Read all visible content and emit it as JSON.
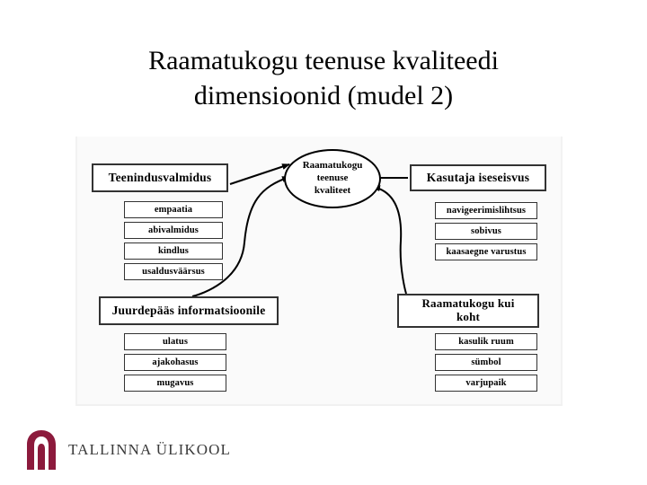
{
  "slide": {
    "title_line1": "Raamatukogu teenuse kvaliteedi",
    "title_line2": "dimensioonid (mudel 2)"
  },
  "diagram": {
    "type": "concept-map",
    "center": {
      "label_line1": "Raamatukogu",
      "label_line2": "teenuse",
      "label_line3": "kvaliteet"
    },
    "branches": [
      {
        "id": "teenindusvalmidus",
        "label": "Teenindusvalmidus",
        "position": "top-left",
        "sub_items": [
          "empaatia",
          "abivalmidus",
          "kindlus",
          "usaldusväärsus"
        ]
      },
      {
        "id": "kasutaja-iseseisvus",
        "label": "Kasutaja iseseisvus",
        "position": "top-right",
        "sub_items": [
          "navigeerimislihtsus",
          "sobivus",
          "kaasaegne varustus"
        ]
      },
      {
        "id": "juurdepaas-informatsioonile",
        "label": "Juurdepääs informatsioonile",
        "position": "bottom-left",
        "sub_items": [
          "ulatus",
          "ajakohasus",
          "mugavus"
        ]
      },
      {
        "id": "raamatukogu-kui-koht",
        "label_line1": "Raamatukogu kui",
        "label_line2": "koht",
        "position": "bottom-right",
        "sub_items": [
          "kasulik ruum",
          "sümbol",
          "varjupaik"
        ]
      }
    ],
    "colors": {
      "node_border": "#333333",
      "center_border": "#000000",
      "connector": "#000000",
      "background": "#ffffff",
      "panel": "#fafafa"
    }
  },
  "footer": {
    "logo_text": "TALLINNA ÜLIKOOL",
    "logo_color": "#8C1A3C"
  }
}
